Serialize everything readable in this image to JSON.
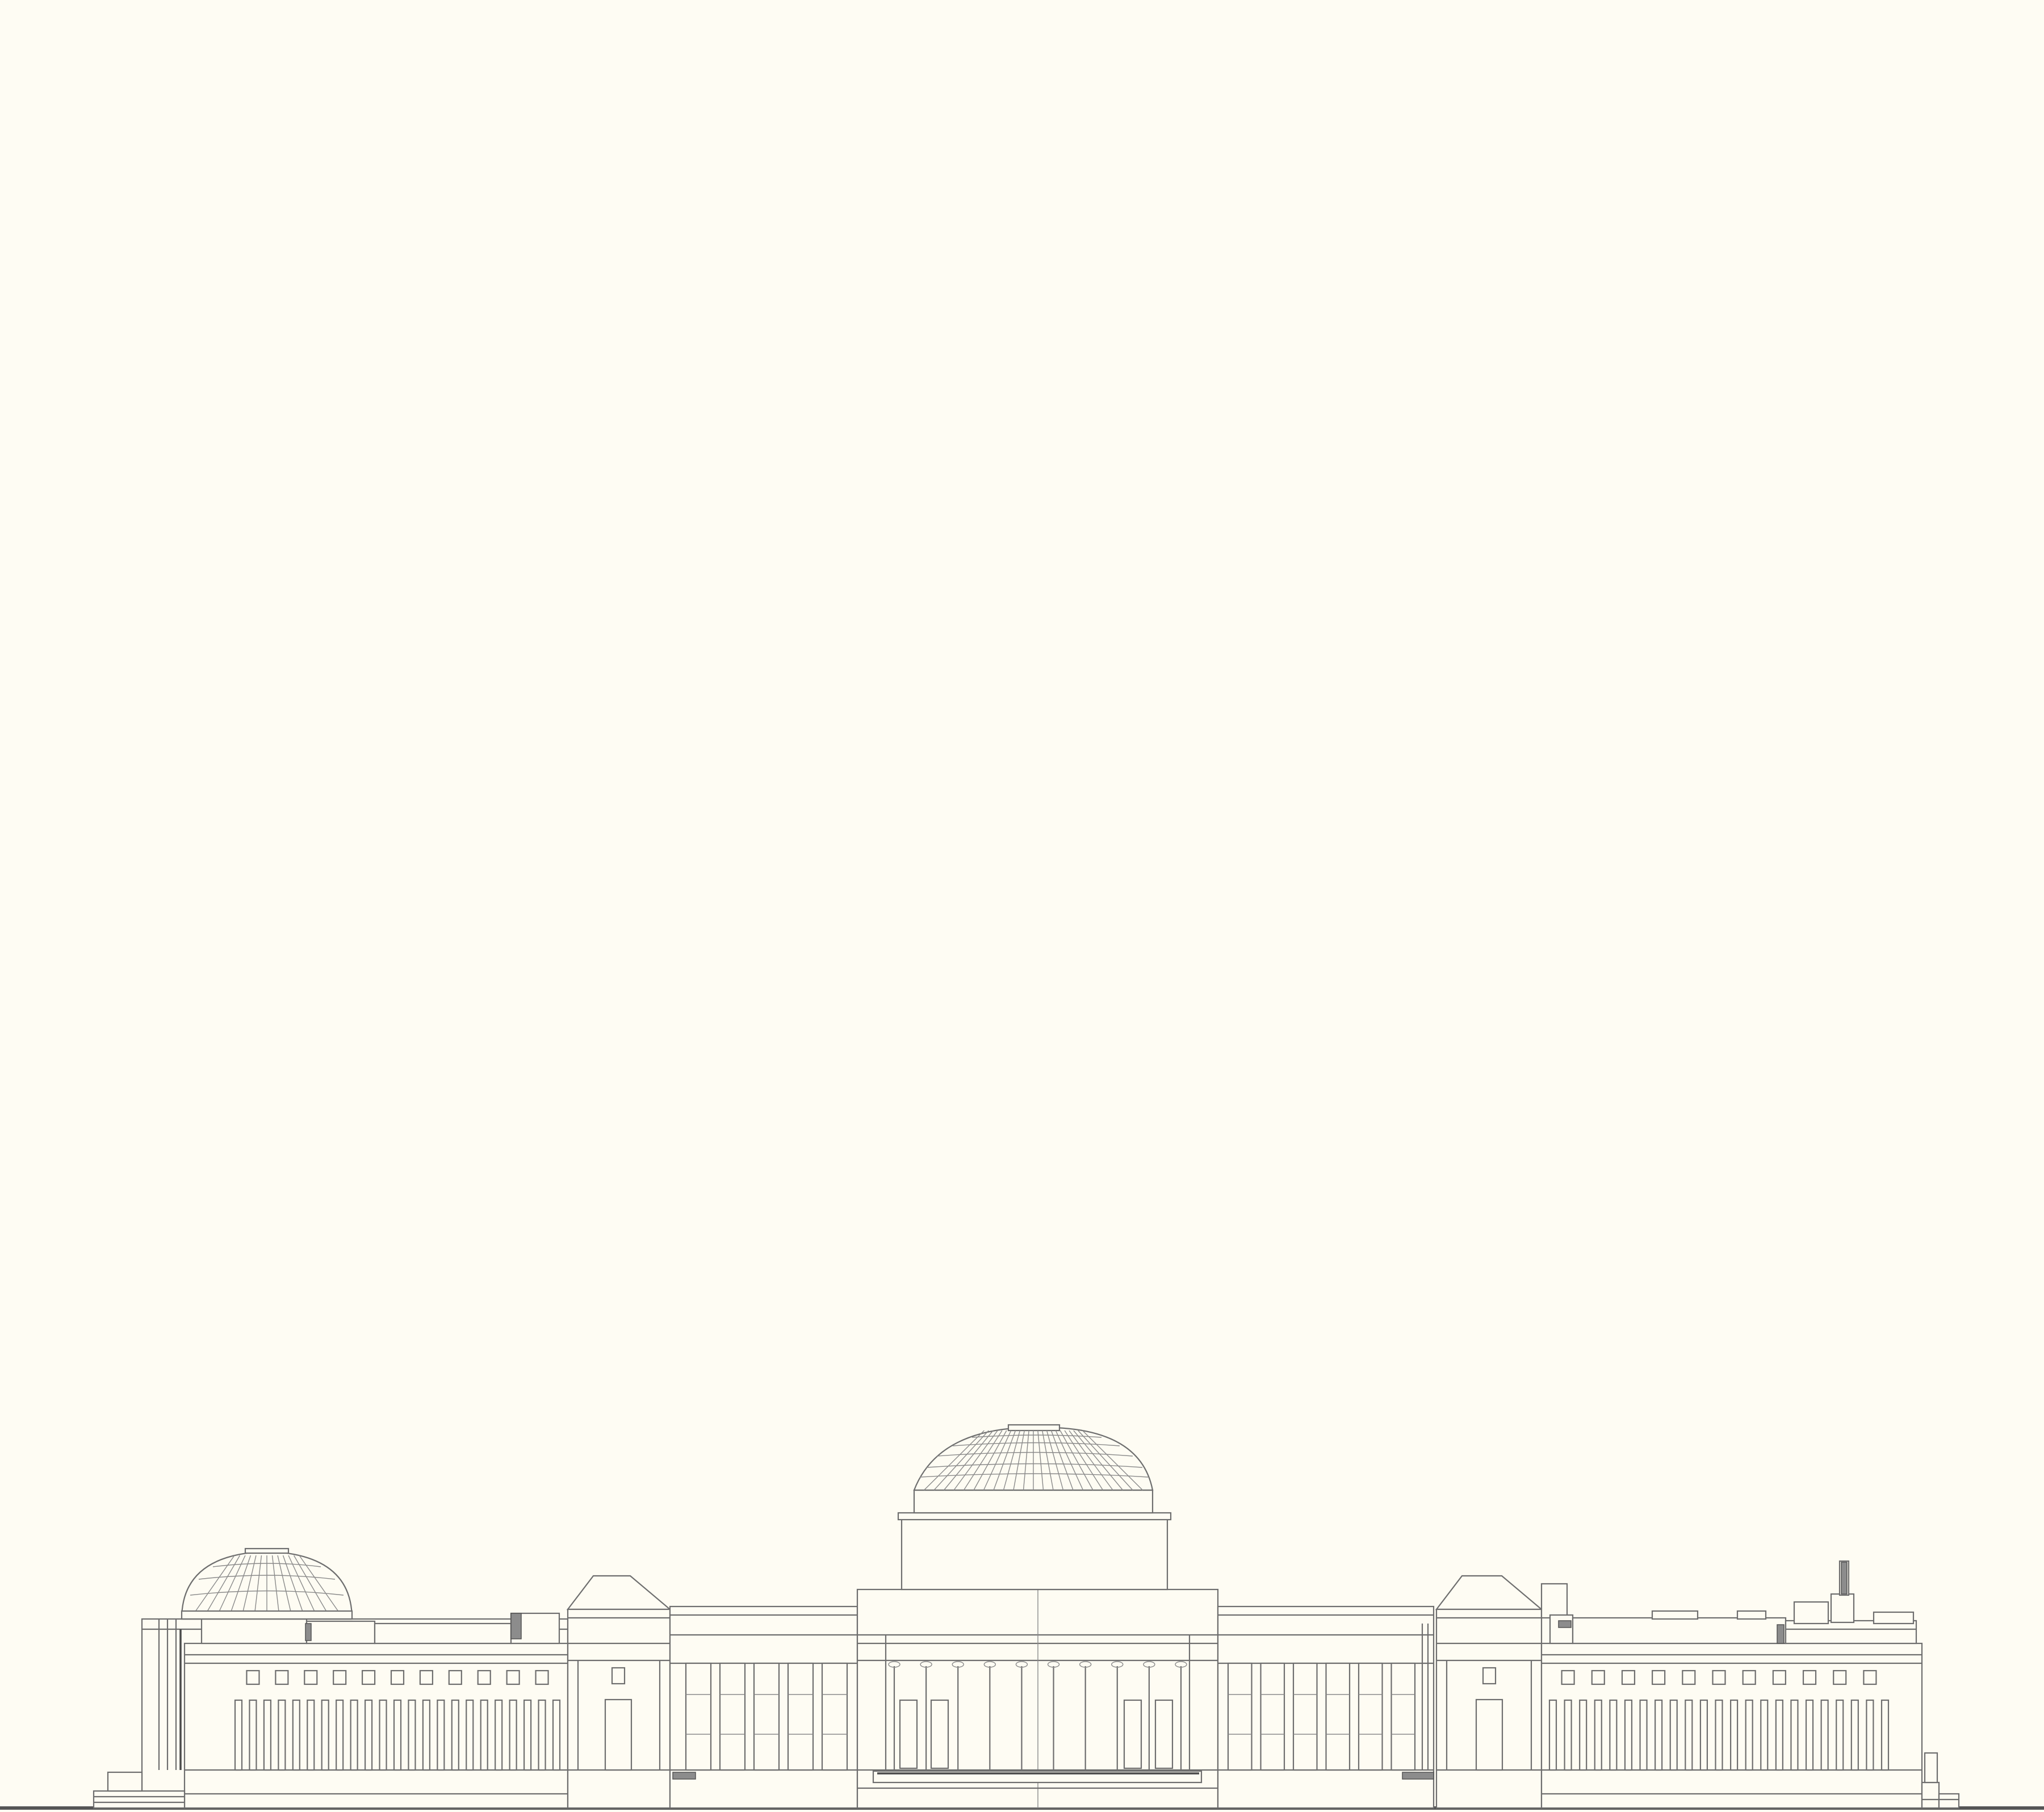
{
  "drawing": {
    "background": "#fefcf3",
    "line_color": "#6e6e6e",
    "subject": "building-elevation",
    "elements": [
      "ground-line",
      "main-dome",
      "main-drum",
      "central-attic",
      "central-portico",
      "left-pavilion",
      "right-pavilion",
      "left-wing",
      "right-wing",
      "left-small-dome",
      "right-rooftop-chimney",
      "left-steps",
      "right-steps",
      "central-steps"
    ]
  }
}
